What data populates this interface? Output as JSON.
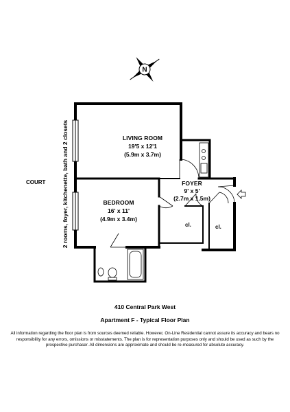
{
  "court_label": "COURT",
  "side_note": "2 rooms, foyer, kitchenette, bath and 2 closets",
  "compass_letter": "N",
  "rooms": {
    "living": {
      "name": "LIVING ROOM",
      "dim_ft": "19'5 x 12'1",
      "dim_m": "(5.9m x 3.7m)"
    },
    "bedroom": {
      "name": "BEDROOM",
      "dim_ft": "16' x 11'",
      "dim_m": "(4.9m x 3.4m)"
    },
    "foyer": {
      "name": "FOYER",
      "dim_ft": "9' x 5'",
      "dim_m": "(2.7m x 1.5m)"
    },
    "closet1": {
      "name": "cl."
    },
    "closet2": {
      "name": "cl."
    }
  },
  "address": "410 Central Park West",
  "plan_title": "Apartment F - Typical Floor Plan",
  "disclaimer": "All information regarding the floor plan is from sources deemed reliable. However, On-Line Residential cannot assure its accuracy and bears no responsibility for any errors, omissions or misstatements. The plan is for representation purposes only and should be used as such by the prospective purchaser. All dimensions are approximate and should be re-measured for absolute accuracy."
}
